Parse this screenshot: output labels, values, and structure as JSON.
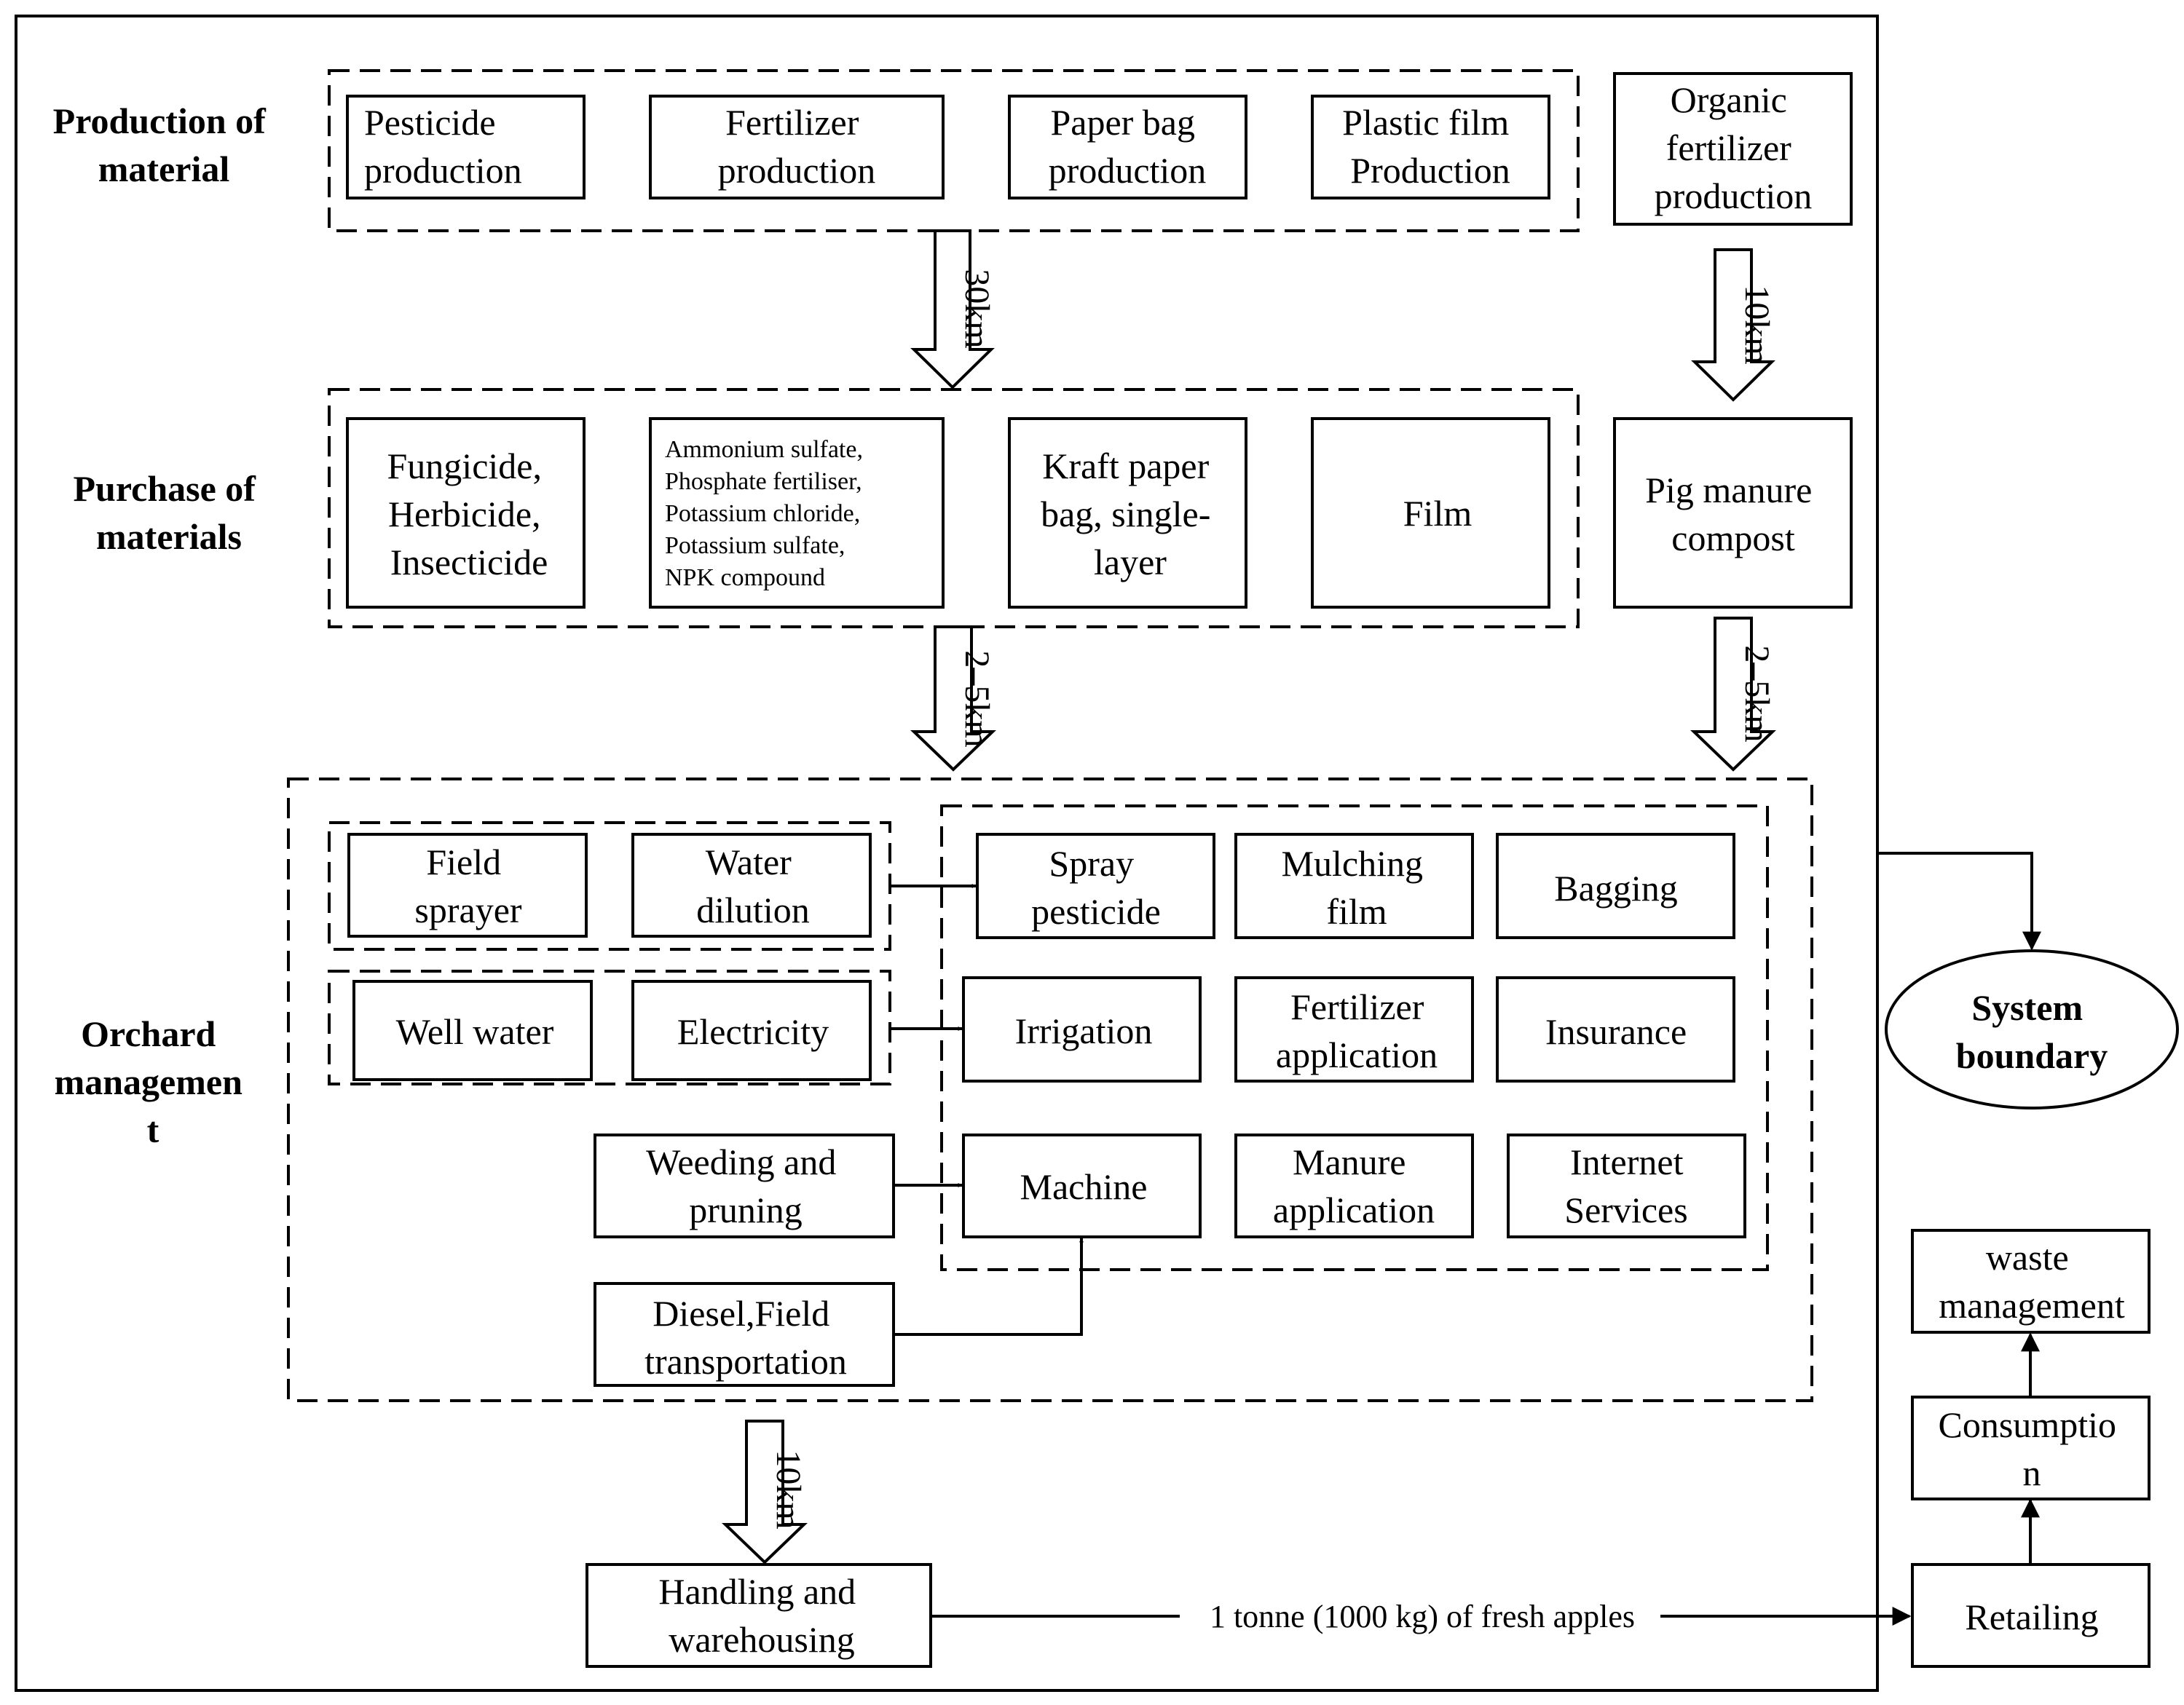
{
  "stage_labels": {
    "production": [
      "Production of",
      "material"
    ],
    "purchase": [
      "Purchase of",
      "materials"
    ],
    "orchard": [
      "Orchard",
      "managemen",
      "t"
    ]
  },
  "production": {
    "pesticide": [
      "Pesticide",
      "production"
    ],
    "fertilizer": [
      "Fertilizer",
      "production"
    ],
    "paper_bag": [
      "Paper bag",
      "production"
    ],
    "plastic_film": [
      "Plastic film",
      "Production"
    ],
    "organic": [
      "Organic",
      "fertilizer",
      "production"
    ]
  },
  "purchase": {
    "chemicals": [
      "Fungicide,",
      "Herbicide,",
      "Insecticide"
    ],
    "fertilizers": [
      "Ammonium sulfate,",
      "Phosphate fertiliser,",
      " Potassium chloride,",
      "Potassium sulfate,",
      "NPK compound"
    ],
    "kraft": [
      "Kraft paper",
      "bag, single-",
      "layer"
    ],
    "film": [
      "Film"
    ],
    "compost": [
      "Pig manure",
      "compost"
    ]
  },
  "distances": {
    "production_to_purchase": "30km",
    "organic_to_compost": "10km",
    "purchase_to_orchard": "2–5km",
    "compost_to_orchard": "2–5km",
    "orchard_to_warehouse": "10km"
  },
  "orchard": {
    "field_sprayer": [
      "Field",
      "sprayer"
    ],
    "water_dilution": [
      "Water",
      "dilution"
    ],
    "well_water": [
      "Well water"
    ],
    "electricity": [
      "Electricity"
    ],
    "weeding": [
      "Weeding and",
      "pruning"
    ],
    "diesel": [
      "Diesel,Field",
      "transportation"
    ],
    "spray_pesticide": [
      "Spray",
      "pesticide"
    ],
    "mulching_film": [
      "Mulching",
      "film"
    ],
    "bagging": [
      "Bagging"
    ],
    "irrigation": [
      "Irrigation"
    ],
    "fertilizer_application": [
      "Fertilizer",
      "application"
    ],
    "insurance": [
      "Insurance"
    ],
    "machine": [
      "Machine"
    ],
    "manure_application": [
      "Manure",
      "application"
    ],
    "internet": [
      "Internet",
      "Services"
    ]
  },
  "downstream": {
    "warehouse": [
      "Handling and",
      "warehousing"
    ],
    "flow_label": "1 tonne (1000 kg) of fresh apples",
    "retailing": [
      "Retailing"
    ],
    "consumption": [
      "Consumptio",
      "n"
    ],
    "waste": [
      "waste",
      "management"
    ]
  },
  "system_boundary": [
    "System",
    "boundary"
  ]
}
